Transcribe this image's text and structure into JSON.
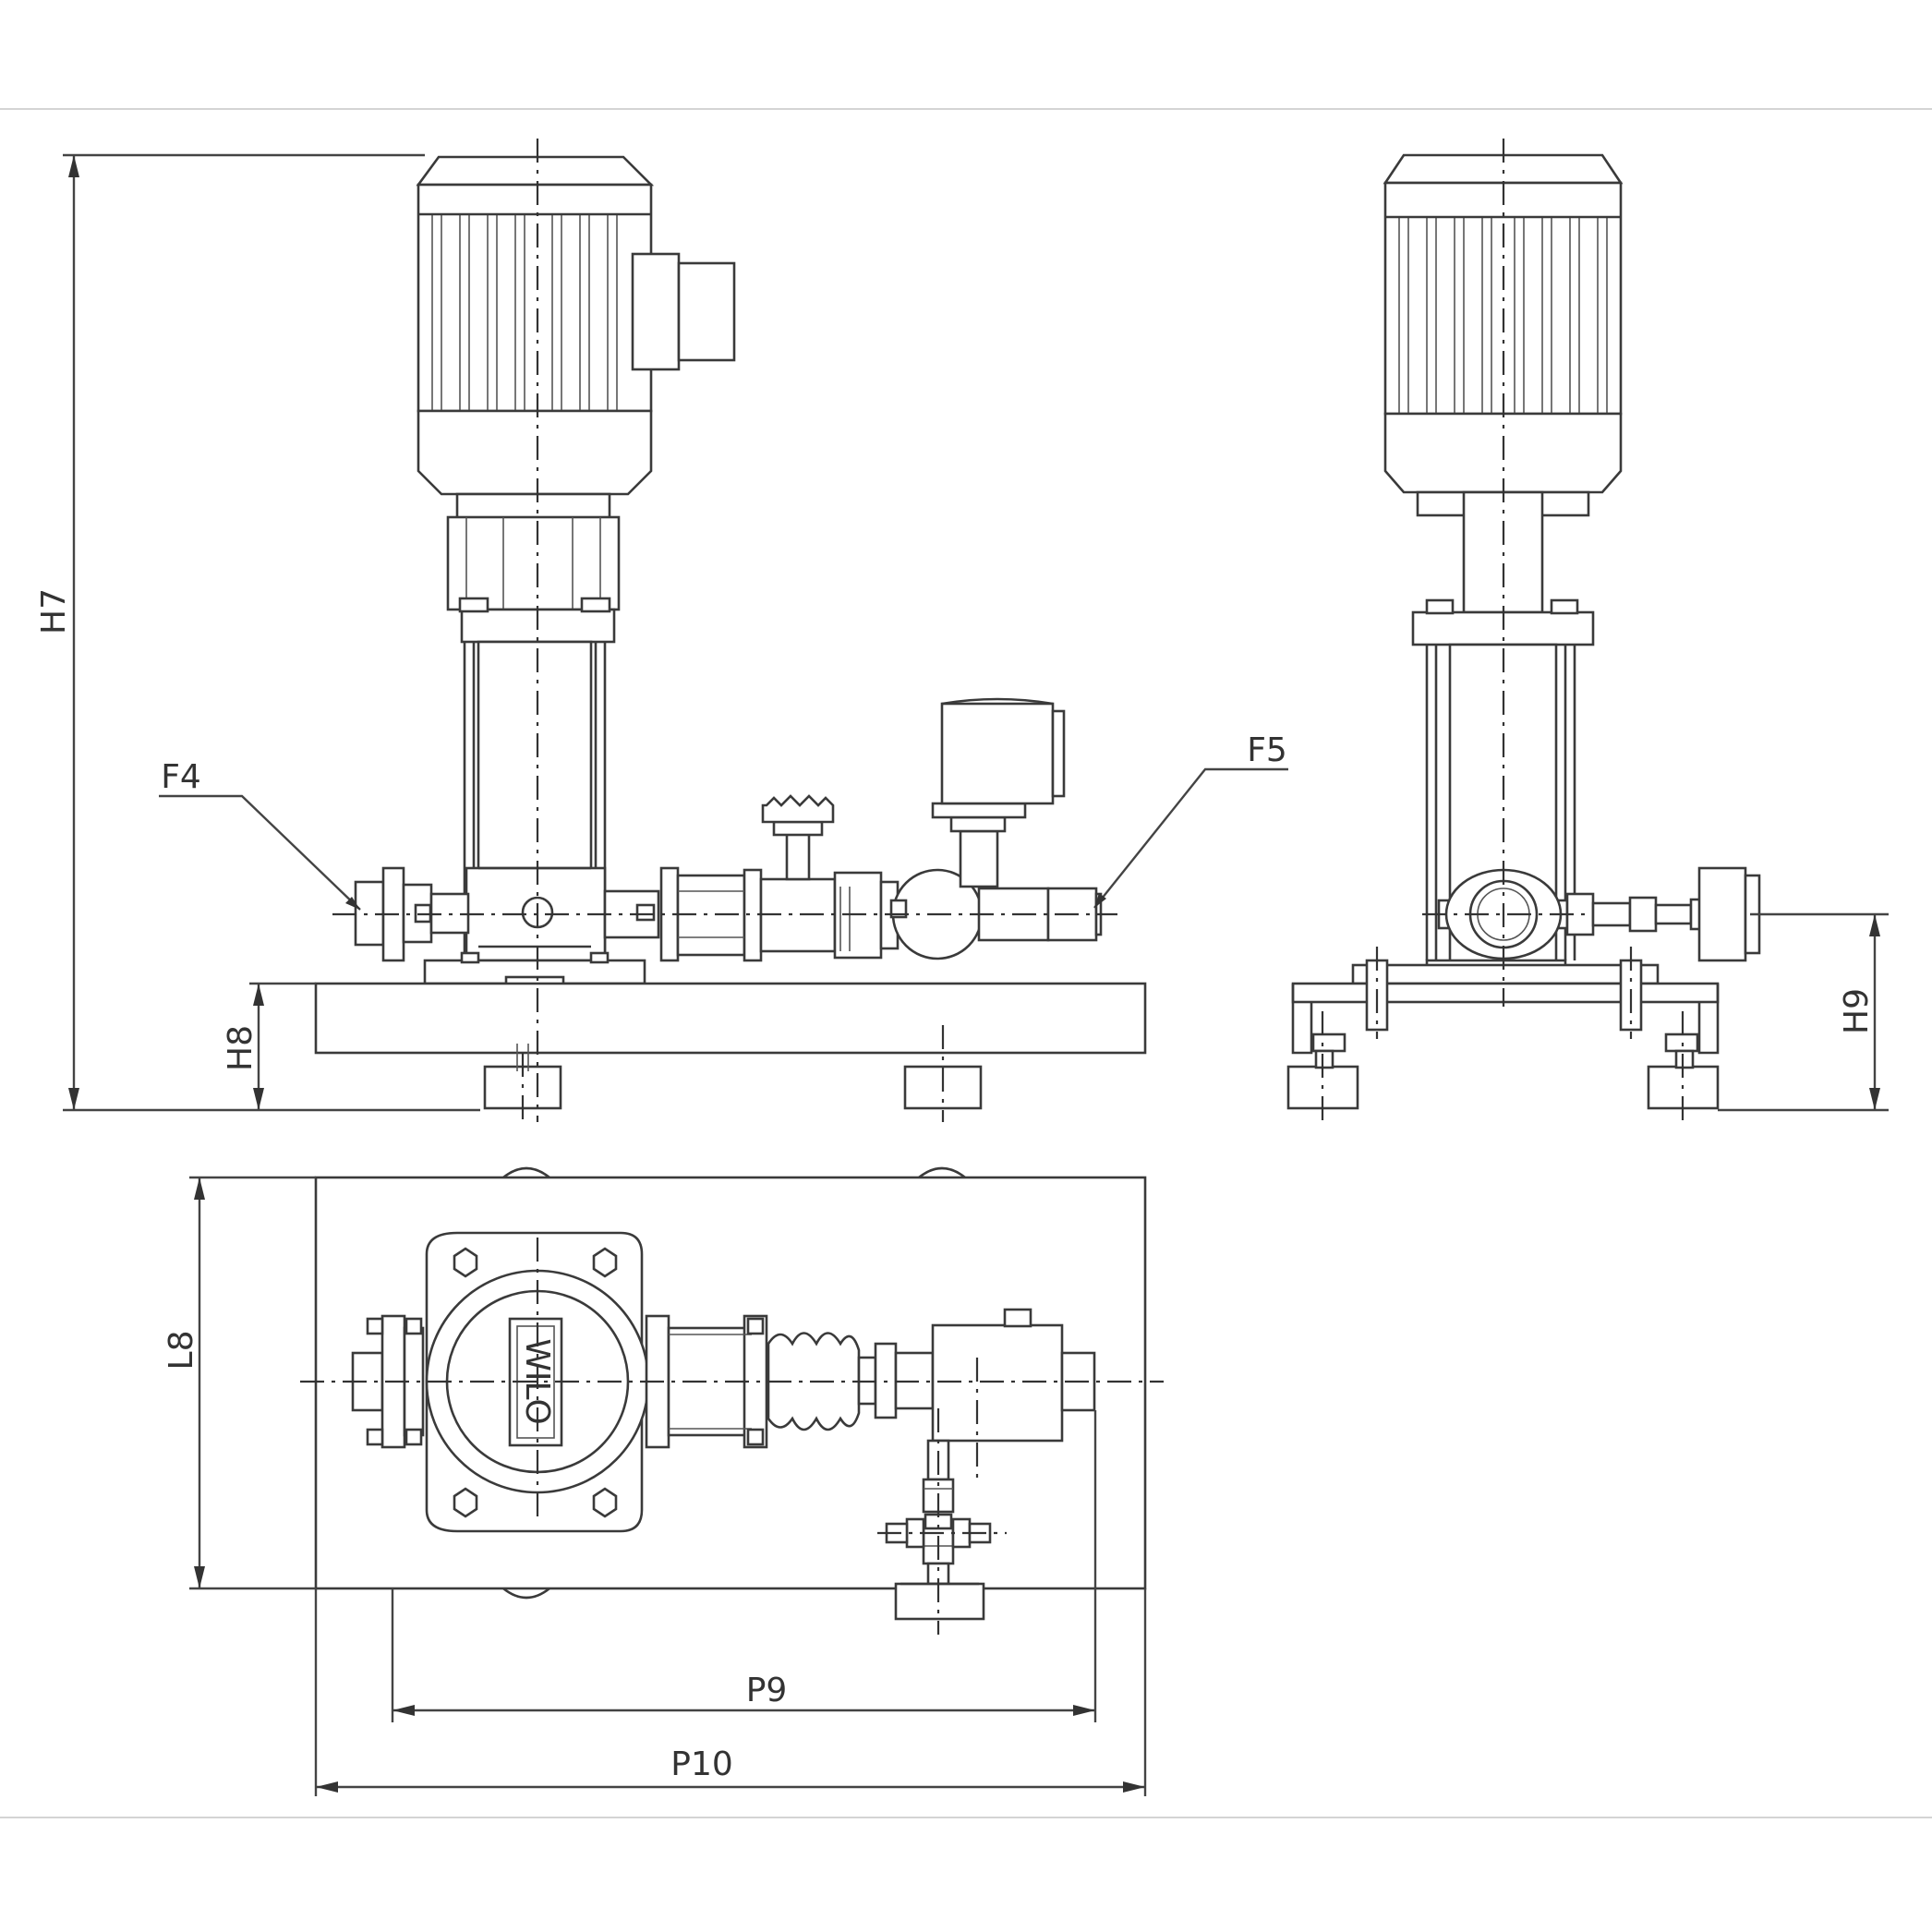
{
  "labels": {
    "h7": "H7",
    "h8": "H8",
    "h9": "H9",
    "f4": "F4",
    "f5": "F5",
    "l8": "L8",
    "p9": "P9",
    "p10": "P10",
    "logo": "WILO"
  },
  "colors": {
    "line": "#3a3a3a",
    "background": "#ffffff",
    "frame": "#d4d4d4"
  }
}
